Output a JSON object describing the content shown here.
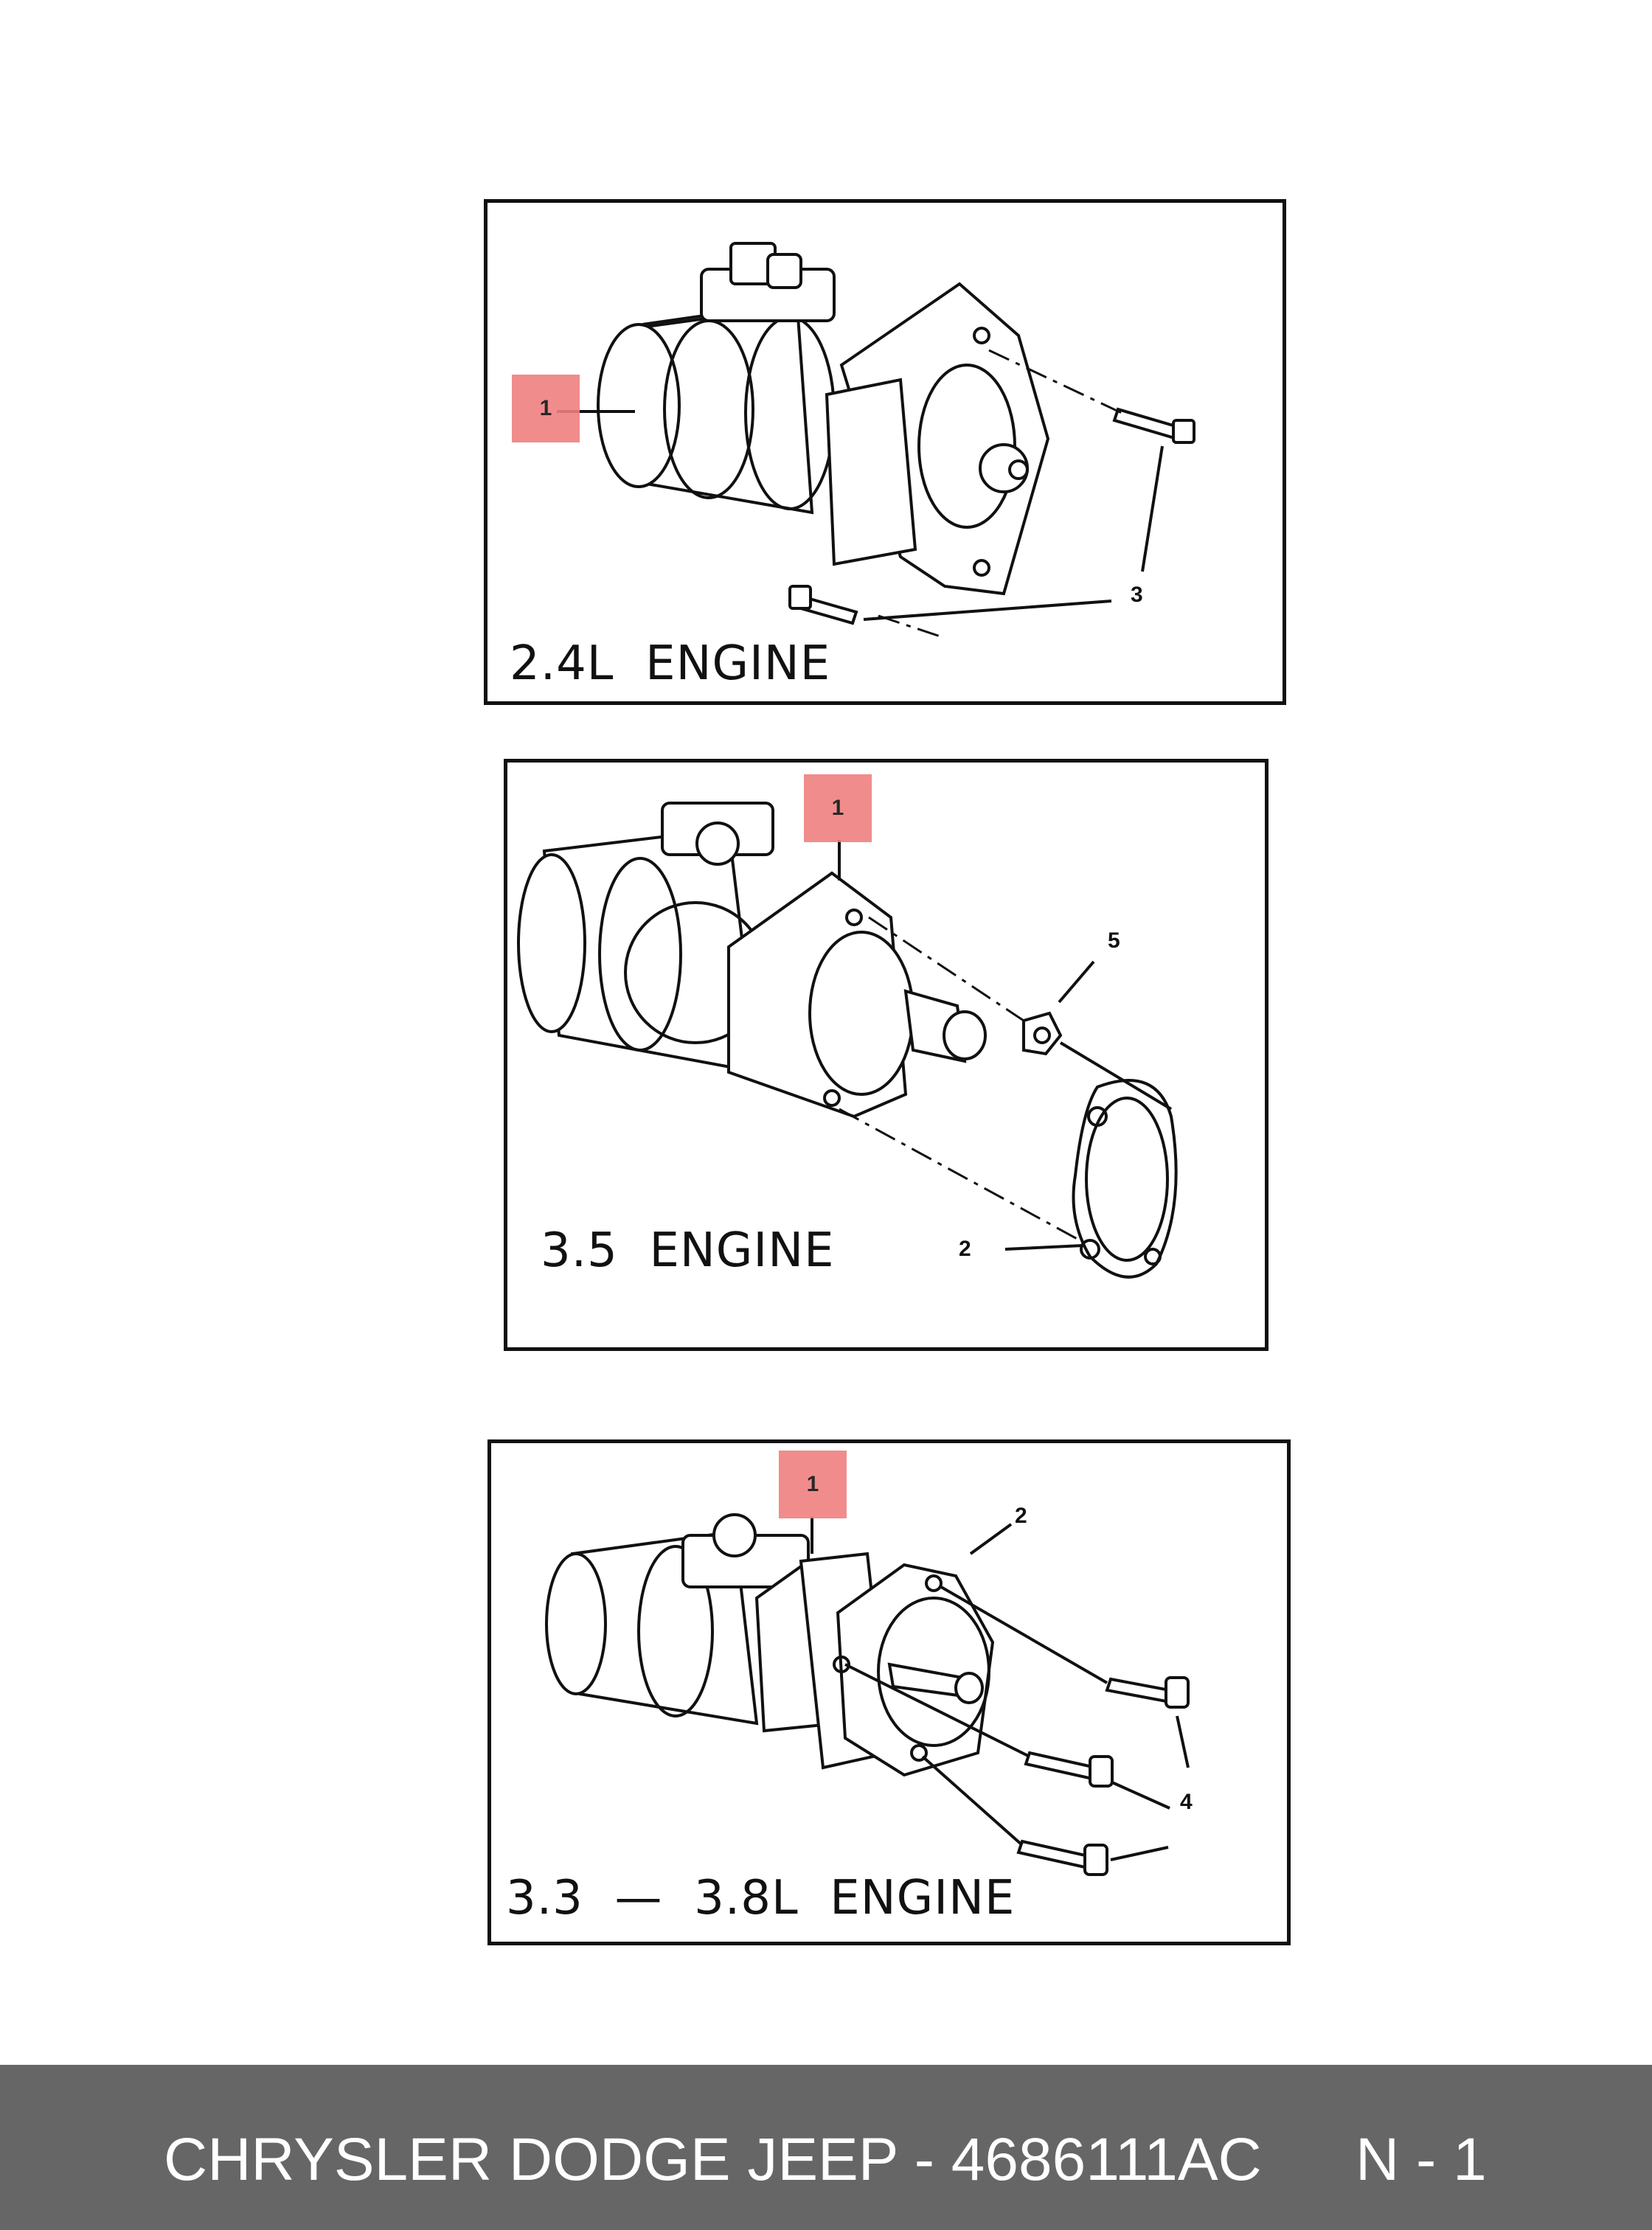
{
  "panels": [
    {
      "caption": "2.4L  ENGINE",
      "callouts": [
        "1",
        "3"
      ]
    },
    {
      "caption": "3.5  ENGINE",
      "callouts": [
        "1",
        "5",
        "2"
      ]
    },
    {
      "caption": "3.3  —  3.8L  ENGINE",
      "callouts": [
        "1",
        "2",
        "4"
      ]
    }
  ],
  "footer": {
    "title": "CHRYSLER DODGE JEEP - 4686111AC",
    "page": "N - 1"
  },
  "colors": {
    "highlight": "#f08080",
    "footer_bg": "#666666"
  }
}
